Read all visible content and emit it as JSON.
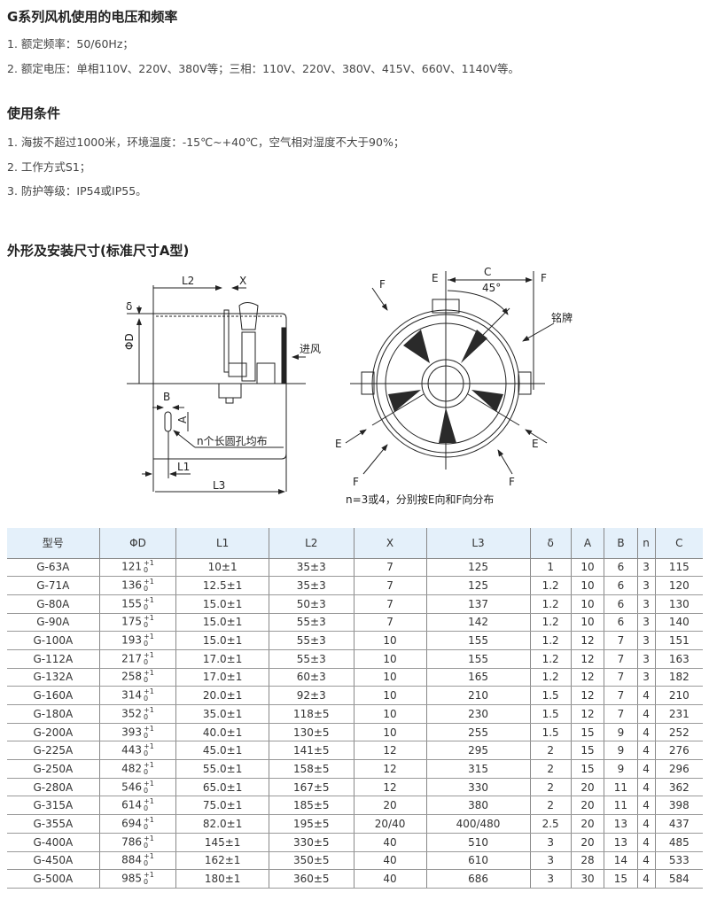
{
  "section1": {
    "title": "G系列风机使用的电压和频率",
    "lines": [
      "1. 额定频率：50/60Hz；",
      "2. 额定电压：单相110V、220V、380V等；三相：110V、220V、380V、415V、660V、1140V等。"
    ]
  },
  "section2": {
    "title": "使用条件",
    "lines": [
      "1. 海拔不超过1000米，环境温度：-15℃~+40℃，空气相对湿度不大于90%；",
      "2. 工作方式S1；",
      "3. 防护等级：IP54或IP55。"
    ]
  },
  "section3": {
    "title": "外形及安装尺寸(标准尺寸A型)"
  },
  "diagram_side": {
    "L2": "L2",
    "X": "X",
    "delta": "δ",
    "D": "ΦD",
    "inlet": "进风",
    "B": "B",
    "A": "A",
    "holes": "n个长圆孔均布",
    "L1": "L1",
    "L3": "L3"
  },
  "diagram_front": {
    "E_top": "E",
    "C": "C",
    "F_top_right": "F",
    "angle": "45°",
    "F_top_left": "F",
    "nameplate": "铭牌",
    "E_left": "E",
    "F_left": "F",
    "E_right": "E",
    "F_right": "F",
    "caption": "n=3或4，分别按E向和F向分布"
  },
  "table": {
    "headers": [
      "型号",
      "ΦD",
      "L1",
      "L2",
      "X",
      "L3",
      "δ",
      "A",
      "B",
      "n",
      "C"
    ],
    "tol_upper": "+1",
    "tol_lower": "0",
    "rows": [
      [
        "G-63A",
        "121",
        "10±1",
        "35±3",
        "7",
        "125",
        "1",
        "10",
        "6",
        "3",
        "115"
      ],
      [
        "G-71A",
        "136",
        "12.5±1",
        "35±3",
        "7",
        "125",
        "1.2",
        "10",
        "6",
        "3",
        "120"
      ],
      [
        "G-80A",
        "155",
        "15.0±1",
        "50±3",
        "7",
        "137",
        "1.2",
        "10",
        "6",
        "3",
        "130"
      ],
      [
        "G-90A",
        "175",
        "15.0±1",
        "55±3",
        "7",
        "142",
        "1.2",
        "10",
        "6",
        "3",
        "140"
      ],
      [
        "G-100A",
        "193",
        "15.0±1",
        "55±3",
        "10",
        "155",
        "1.2",
        "12",
        "7",
        "3",
        "151"
      ],
      [
        "G-112A",
        "217",
        "17.0±1",
        "55±3",
        "10",
        "155",
        "1.2",
        "12",
        "7",
        "3",
        "163"
      ],
      [
        "G-132A",
        "258",
        "17.0±1",
        "60±3",
        "10",
        "165",
        "1.2",
        "12",
        "7",
        "3",
        "182"
      ],
      [
        "G-160A",
        "314",
        "20.0±1",
        "92±3",
        "10",
        "210",
        "1.5",
        "12",
        "7",
        "4",
        "210"
      ],
      [
        "G-180A",
        "352",
        "35.0±1",
        "118±5",
        "10",
        "230",
        "1.5",
        "12",
        "7",
        "4",
        "231"
      ],
      [
        "G-200A",
        "393",
        "40.0±1",
        "130±5",
        "10",
        "255",
        "1.5",
        "15",
        "9",
        "4",
        "252"
      ],
      [
        "G-225A",
        "443",
        "45.0±1",
        "141±5",
        "12",
        "295",
        "2",
        "15",
        "9",
        "4",
        "276"
      ],
      [
        "G-250A",
        "482",
        "55.0±1",
        "158±5",
        "12",
        "315",
        "2",
        "15",
        "9",
        "4",
        "296"
      ],
      [
        "G-280A",
        "546",
        "65.0±1",
        "167±5",
        "12",
        "330",
        "2",
        "20",
        "11",
        "4",
        "362"
      ],
      [
        "G-315A",
        "614",
        "75.0±1",
        "185±5",
        "20",
        "380",
        "2",
        "20",
        "11",
        "4",
        "398"
      ],
      [
        "G-355A",
        "694",
        "82.0±1",
        "195±5",
        "20/40",
        "400/480",
        "2.5",
        "20",
        "13",
        "4",
        "437"
      ],
      [
        "G-400A",
        "786",
        "145±1",
        "330±5",
        "40",
        "510",
        "3",
        "20",
        "13",
        "4",
        "485"
      ],
      [
        "G-450A",
        "884",
        "162±1",
        "350±5",
        "40",
        "610",
        "3",
        "28",
        "14",
        "4",
        "533"
      ],
      [
        "G-500A",
        "985",
        "180±1",
        "360±5",
        "40",
        "686",
        "3",
        "30",
        "15",
        "4",
        "584"
      ]
    ]
  }
}
